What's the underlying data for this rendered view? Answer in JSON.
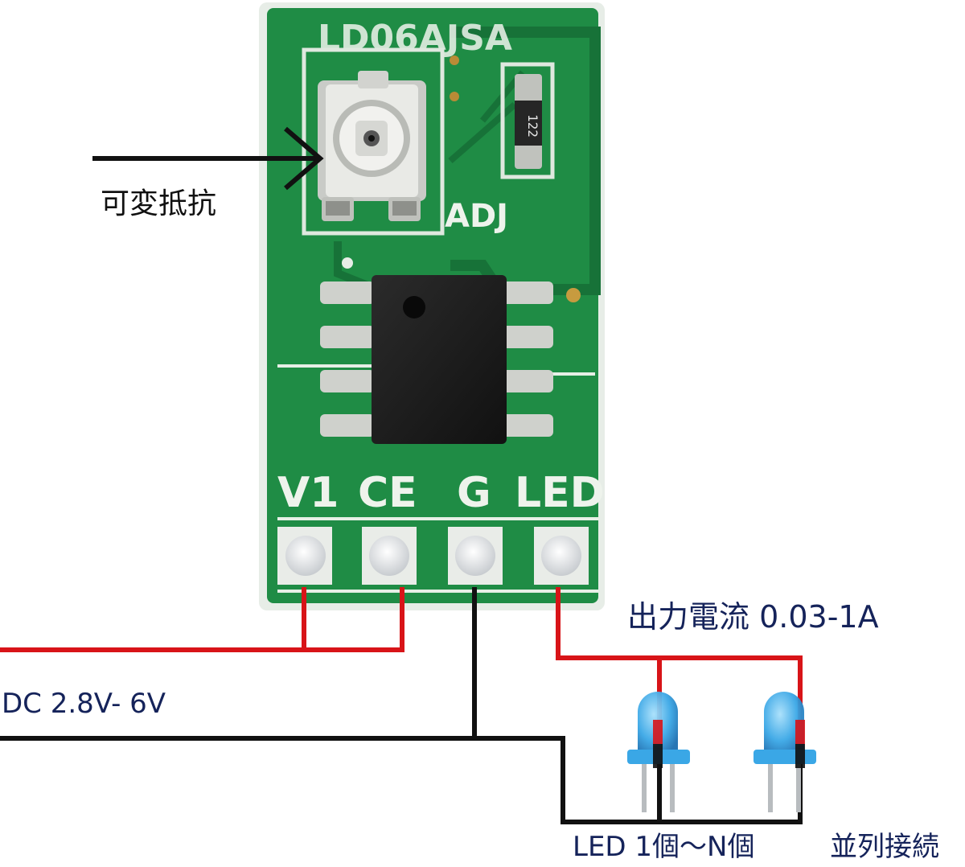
{
  "board": {
    "model_silkscreen": "LD06AJSA",
    "adj_silkscreen": "ADJ",
    "resistor_code": "122",
    "pin_labels": [
      "V1",
      "CE",
      "G",
      "LED"
    ]
  },
  "annotations": {
    "variable_resistor": "可変抵抗",
    "input_voltage": "DC  2.8V-  6V",
    "output_current": "出力電流  0.03-1A",
    "led_count": "LED  1個～N個",
    "parallel": "並列接続"
  },
  "colors": {
    "pcb_green": "#1f8c45",
    "wire_red": "#d81418",
    "wire_black": "#111111",
    "led_blue": "#3aa7e6",
    "label_navy": "#15235a"
  }
}
